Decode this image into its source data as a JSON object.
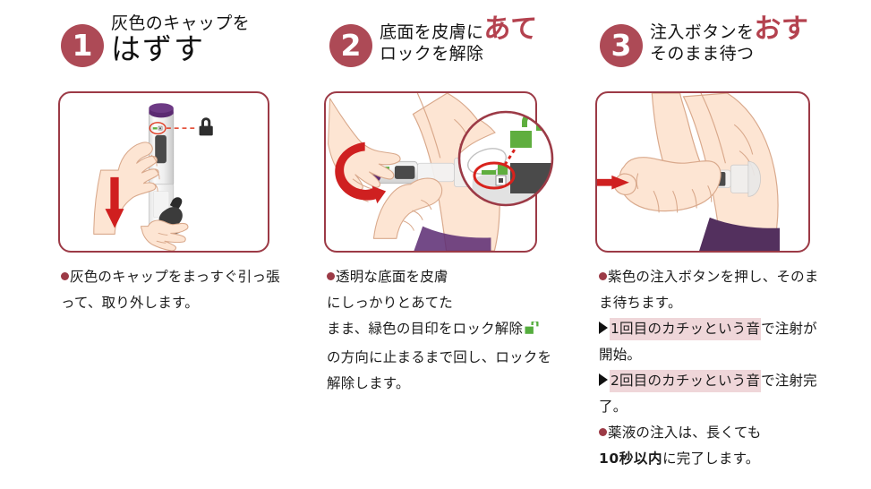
{
  "document": {
    "type": "injection-device-instruction-leaflet",
    "language": "ja",
    "accent_color": "#ad4a56",
    "frame_border_color": "#9c3a46",
    "highlight_color": "#efd6d9",
    "unlock_green": "#55ad3e",
    "arrow_red": "#d01f1f",
    "cap_purple": "#5b2a72"
  },
  "steps": [
    {
      "number": "1",
      "title_line1": "灰色のキャップを",
      "title_line2": "はずす",
      "title_line2_style": "black-big",
      "figure": {
        "name": "pen-cap-removal-illustration",
        "alt": "手で自己注射器を持ち、灰色のキャップを下方向に引き抜く図",
        "icons": [
          "locked-padlock-icon",
          "down-arrow-icon"
        ]
      },
      "body": [
        {
          "kind": "bullet",
          "text": "灰色のキャップをまっすぐ引っ張って、取り外します。"
        }
      ]
    },
    {
      "number": "2",
      "title_line1_plain": "底面を皮膚に",
      "title_line1_emph": "あて",
      "title_line2": "ロックを解除",
      "figure": {
        "name": "press-and-unlock-illustration",
        "alt": "透明な底面を皮膚にあて、緑色の目印を回してロックを解除する図",
        "icons": [
          "rotate-arrow-icon",
          "unlock-padlock-icon"
        ],
        "inset": {
          "name": "unlock-marker-detail-inset",
          "alt": "緑色の目印とロック解除マークの拡大図"
        }
      },
      "body": [
        {
          "kind": "bullet",
          "text_before_icon": "透明な底面を皮膚にしっかりとあてたまま、緑色の目印をロック解除",
          "icon": "unlock-padlock-icon",
          "text_after_icon": "の方向に止まるまで回し、ロックを解除します。"
        }
      ]
    },
    {
      "number": "3",
      "title_line1_plain": "注入ボタンを",
      "title_line1_emph": "おす",
      "title_line2": "そのまま待つ",
      "figure": {
        "name": "press-injection-button-illustration",
        "alt": "紫色の注入ボタンを押し、そのまま待つ図",
        "icons": [
          "right-arrow-icon"
        ]
      },
      "body": [
        {
          "kind": "bullet",
          "text": "紫色の注入ボタンを押し、そのまま待ちます。"
        },
        {
          "kind": "triangle",
          "highlight": "1回目のカチッという音",
          "rest": "で注射が開始。"
        },
        {
          "kind": "triangle",
          "highlight": "2回目のカチッという音",
          "rest": "で注射完了。"
        },
        {
          "kind": "bullet",
          "text": "薬液の注入は、長くても",
          "bold": "10秒以内",
          "tail": "に完了します。"
        }
      ]
    }
  ]
}
